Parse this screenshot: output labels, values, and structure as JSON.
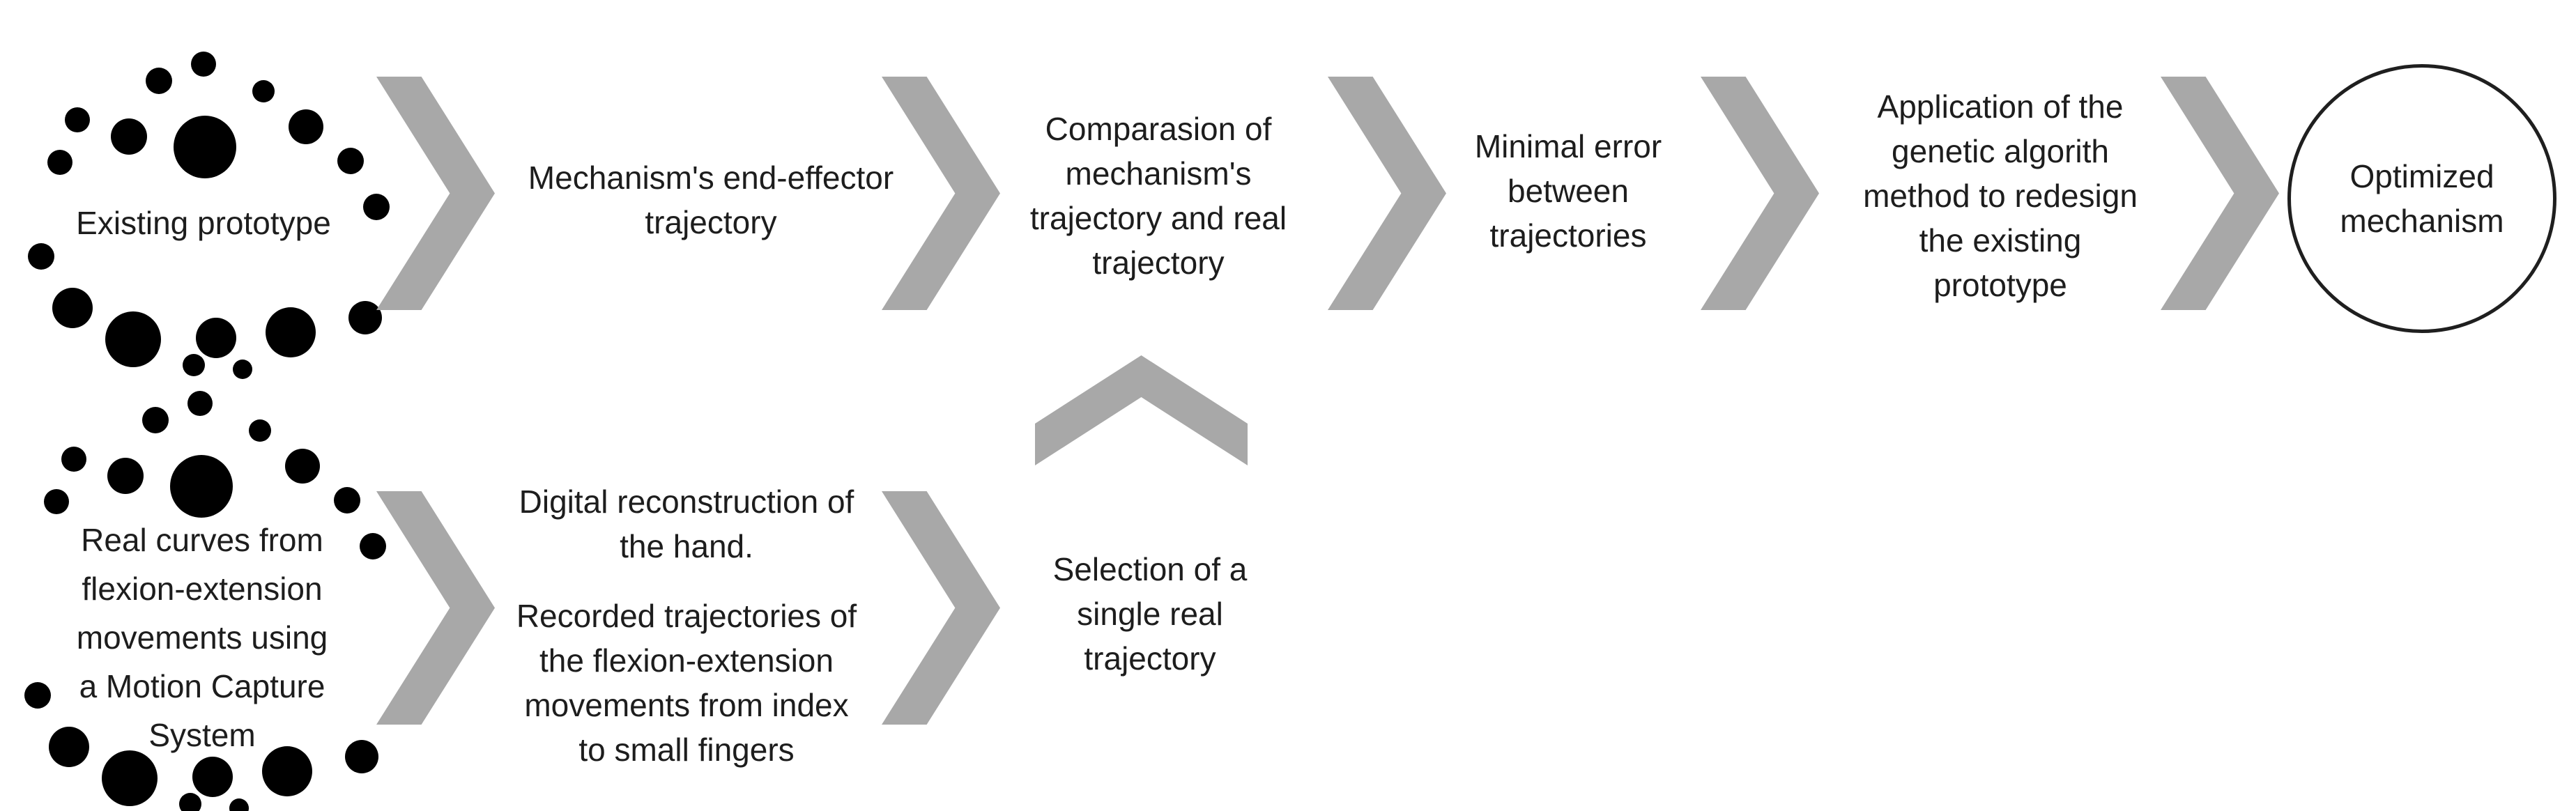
{
  "diagram": {
    "title": "Prototype optimization process flow",
    "colors": {
      "background": "#ffffff",
      "arrow_gray": "#a8a8a8",
      "text_ink": "#1d1d1d",
      "shape_outline": "#1f1f1f"
    },
    "top_row": [
      {
        "name": "existing-prototype",
        "decoration": "circle-cluster",
        "lines": [
          "Existing prototype"
        ]
      },
      {
        "name": "mechanism-end-effector-trajectory",
        "lines": [
          "Mechanism's end-effector",
          "trajectory"
        ]
      },
      {
        "name": "comparison-of-trajectories",
        "lines": [
          "Comparasion of",
          "mechanism's",
          "trajectory and real",
          "trajectory"
        ]
      },
      {
        "name": "minimal-error",
        "lines": [
          "Minimal error",
          "between",
          "trajectories"
        ]
      },
      {
        "name": "genetic-algorithm-redesign",
        "lines": [
          "Application of the",
          "genetic algorith",
          "method to redesign",
          "the existing",
          "prototype"
        ]
      },
      {
        "name": "optimized-mechanism",
        "decoration": "outlined-circle",
        "lines": [
          "Optimized",
          "mechanism"
        ]
      }
    ],
    "bottom_row": [
      {
        "name": "real-curves-motion-capture",
        "decoration": "circle-cluster",
        "lines": [
          "Real curves from",
          "flexion-extension",
          "movements using",
          "a Motion Capture",
          "System"
        ]
      },
      {
        "name": "digital-reconstruction-recorded-trajectories",
        "paragraphs": [
          [
            "Digital reconstruction of",
            "the hand."
          ],
          [
            "Recorded trajectories of",
            "the flexion-extension",
            "movements from index",
            "to small fingers"
          ]
        ]
      },
      {
        "name": "selection-single-trajectory",
        "lines": [
          "Selection of a",
          "single real",
          "trajectory"
        ]
      }
    ],
    "arrows": {
      "forward_arrow_count": 7,
      "upward_arrow_count": 1,
      "color": "#a8a8a8"
    }
  }
}
